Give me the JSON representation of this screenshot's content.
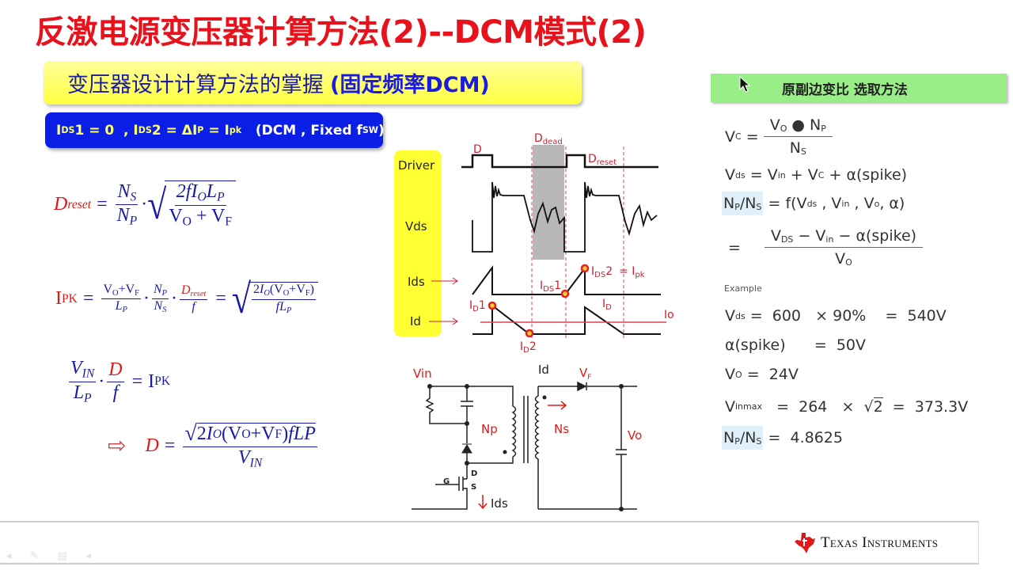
{
  "title": "反激电源变压器计算方法(2)--DCM模式(2)",
  "subtitle": {
    "main": "变压器设计计算方法的掌握",
    "highlight": "(固定频率DCM)"
  },
  "condition": {
    "p1": "I",
    "s1": "DS",
    "p2": "1 = 0  , ",
    "p3": "I",
    "s3": "DS",
    "p4": "2 = ΔI",
    "s4": "P",
    "p5": " = ",
    "p6": "I",
    "s6": "pk",
    "p7": "   (DCM , Fixed f",
    "s7": "SW",
    "p8": ")"
  },
  "f": {
    "D": "D",
    "reset": "reset",
    "N": "N",
    "S": "S",
    "P": "P",
    "two_f": "2f",
    "I": "I",
    "O": "O",
    "L": "L",
    "V": "V",
    "F": "F",
    "plus": " + ",
    "plus_t": "+",
    "eq": "=",
    "dot": "·",
    "IPK": "I",
    "PK": "PK",
    "f": "f",
    "two": "2",
    "lp": "(",
    "rp": ")",
    "IN": "IN",
    "fLP": "fLP",
    "arrow": "⇨",
    "sqrt": "√"
  },
  "waveform": {
    "labels": {
      "driver": "Driver",
      "vds": "Vds",
      "ids": "Ids",
      "id": "Id"
    },
    "D": "D",
    "Ddead": "D",
    "dead_sub": "dead",
    "Dreset": "D",
    "reset_sub": "reset",
    "IDS2": "I",
    "DS": "DS",
    "two": "2",
    "eq_ipk": "= I",
    "pk": "pk",
    "IDS1": "I",
    "one": "1",
    "ID1": "I",
    "D_sub": "D",
    "ID2": "I",
    "ID": "I",
    "Io": "Io"
  },
  "circuit": {
    "vin": "Vin",
    "id": "Id",
    "vf": "V",
    "vf_sub": "F",
    "np": "Np",
    "ns": "Ns",
    "vo": "Vo",
    "ids": "Ids",
    "d": "D",
    "g": "G",
    "s": "S"
  },
  "right": {
    "header": "原副边变比 选取方法",
    "V": "V",
    "N": "N",
    "C": "C",
    "O": "O",
    "P": "P",
    "S": "S",
    "ds": "ds",
    "in": "in",
    "DS": "DS",
    "o": "o",
    "eq": " = ",
    "bullet": " ● ",
    "plus": " + ",
    "minus": " − ",
    "spike": "α(spike)",
    "slash": "/",
    "f_open": "f(V",
    "comma": " , ",
    "alpha_close": ", α)",
    "example": "Example",
    "ex1": " =  600   × 90%    =  540V",
    "ex2": "α(spike)      =  50V",
    "ex3": " =  24V",
    "inmax": "inmax",
    "ex4a": "   =  264   ×  ",
    "ex4b": "2",
    "ex4c": "  =  373.3V",
    "ex5": " =  4.8625"
  },
  "footer": {
    "brand": "Texas Instruments",
    "controls": "◂ ✎ ▤ ◂"
  },
  "colors": {
    "title": "#e8121c",
    "blue_box": "#0a1ee6",
    "yellow_box": "#ffff66",
    "green_header": "#99ee88",
    "formula": "#1a1aa8",
    "accent_red": "#e01818"
  }
}
